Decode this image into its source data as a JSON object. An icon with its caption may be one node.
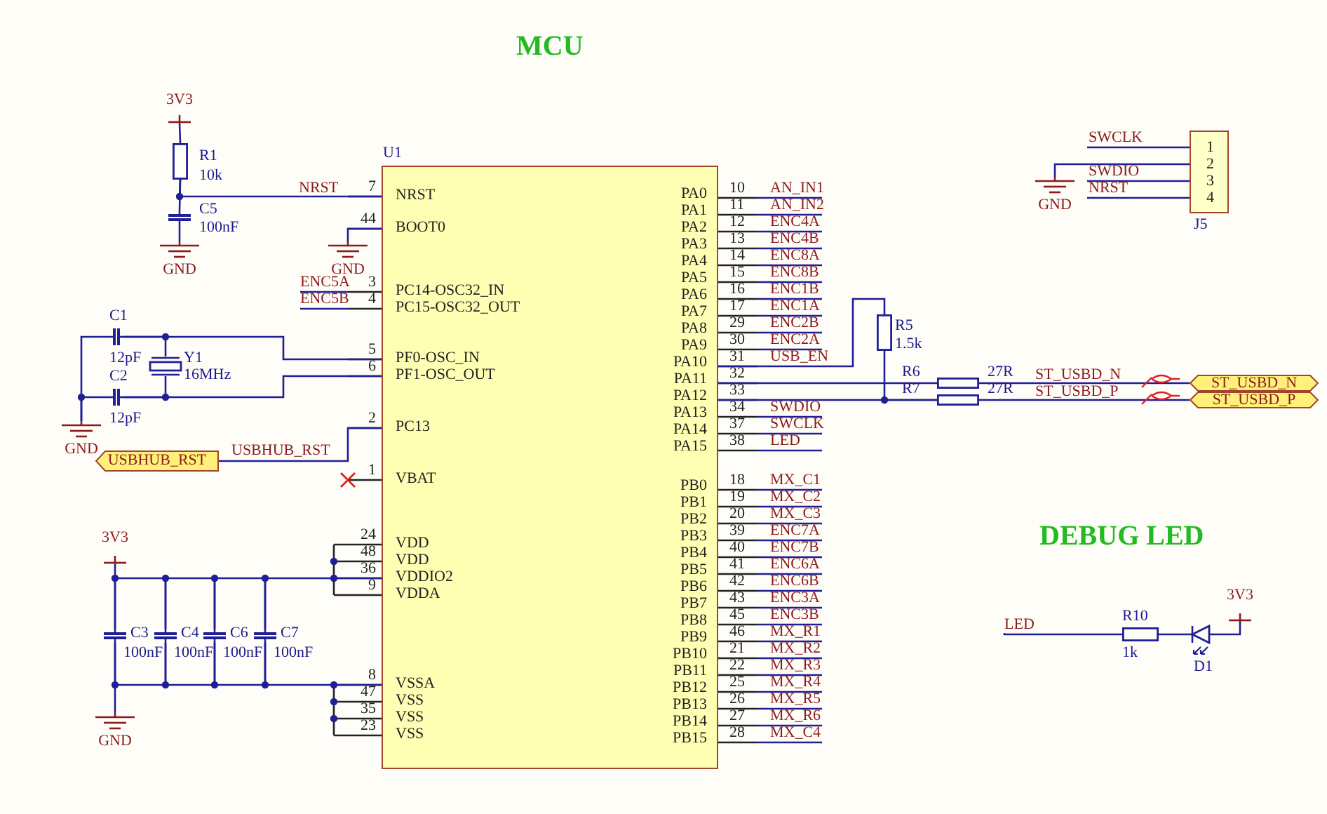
{
  "diagram": {
    "title": "MCU",
    "nodes": [
      {
        "beside": [
          "7",
          "44",
          "ENC5A",
          "3",
          "ENC5B",
          "4",
          "5",
          "6",
          "2",
          "1",
          "24",
          "48",
          "36",
          "9",
          "8",
          "47",
          "35",
          "23",
          "10",
          "AN_IN1",
          "11",
          "AN_IN2",
          "12",
          "ENC4A",
          "13",
          "ENC4B",
          "14",
          "ENC8A",
          "15",
          "ENC8B",
          "16",
          "ENC1B",
          "17",
          "ENC1A",
          "29",
          "ENC2B",
          "30",
          "ENC2A",
          "31",
          "USB_EN",
          "32",
          "33",
          "34",
          "SWDIO",
          "37",
          "SWCLK",
          "38",
          "LED",
          "18",
          "MX_C1",
          "19",
          "MX_C2",
          "20",
          "MX_C3",
          "39",
          "ENC7A",
          "40",
          "ENC7B",
          "41",
          "ENC6A",
          "42",
          "ENC6B",
          "43",
          "ENC3A",
          "45",
          "ENC3B",
          "46",
          "MX_R1",
          "21",
          "MX_R2",
          "22",
          "MX_R3",
          "25",
          "MX_R4",
          "26",
          "MX_R5",
          "27",
          "MX_R6",
          "28",
          "MX_C4"
        ],
        "text": [
          "U1",
          "NRST",
          "BOOT0",
          "PC14-OSC32_IN",
          "PC15-OSC32_OUT",
          "PF0-OSC_IN",
          "PF1-OSC_OUT",
          "PC13",
          "VBAT",
          "VDD",
          "VDD",
          "VDDIO2",
          "VDDA",
          "VSSA",
          "VSS",
          "VSS",
          "VSS",
          "PA0",
          "PA1",
          "PA2",
          "PA3",
          "PA4",
          "PA5",
          "PA6",
          "PA7",
          "PA8",
          "PA9",
          "PA10",
          "PA11",
          "PA12",
          "PA13",
          "PA14",
          "PA15",
          "PB0",
          "PB1",
          "PB2",
          "PB3",
          "PB4",
          "PB5",
          "PB6",
          "PB7",
          "PB8",
          "PB9",
          "PB10",
          "PB11",
          "PB12",
          "PB13",
          "PB14",
          "PB15"
        ]
      },
      {
        "text": [
          "3V3"
        ]
      },
      {
        "text": [],
        "shape": "resistor",
        "beside": [
          "R1",
          "10k"
        ]
      },
      {
        "text": [],
        "shape": "capacitor",
        "beside": [
          "C5",
          "100nF"
        ]
      },
      {
        "text": [
          "GND"
        ]
      },
      {
        "text": [
          "GND"
        ]
      },
      {
        "text": [],
        "shape": "capacitor",
        "beside": [
          "C1",
          "12pF"
        ]
      },
      {
        "text": [],
        "shape": "crystal",
        "beside": [
          "Y1",
          "16MHz"
        ]
      },
      {
        "text": [],
        "shape": "capacitor",
        "beside": [
          "C2",
          "12pF"
        ]
      },
      {
        "text": [
          "GND"
        ]
      },
      {
        "text": [
          "USBHUB_RST"
        ]
      },
      {
        "text": [
          "3V3"
        ]
      },
      {
        "text": [],
        "shape": "capacitor",
        "beside": [
          "C3",
          "100nF"
        ]
      },
      {
        "text": [],
        "shape": "capacitor",
        "beside": [
          "C4",
          "100nF"
        ]
      },
      {
        "text": [],
        "shape": "capacitor",
        "beside": [
          "C6",
          "100nF"
        ]
      },
      {
        "text": [],
        "shape": "capacitor",
        "beside": [
          "C7",
          "100nF"
        ]
      },
      {
        "text": [
          "GND"
        ]
      },
      {
        "text": [],
        "shape": "resistor",
        "beside": [
          "R5",
          "1.5k"
        ]
      },
      {
        "text": [],
        "shape": "resistor",
        "beside": [
          "R6",
          "27R"
        ]
      },
      {
        "text": [],
        "shape": "resistor",
        "beside": [
          "R7",
          "27R"
        ]
      },
      {
        "text": [
          "ST_USBD_N"
        ]
      },
      {
        "text": [
          "ST_USBD_P"
        ]
      },
      {
        "text": [
          "1",
          "2",
          "3",
          "4"
        ],
        "beside": [
          "SWCLK",
          "SWDIO",
          "NRST",
          "J5"
        ]
      },
      {
        "text": [
          "GND"
        ]
      },
      {
        "text": [],
        "shape": "resistor",
        "beside": [
          "R10",
          "1k"
        ]
      },
      {
        "text": [],
        "shape": "diode",
        "beside": [
          "D1"
        ]
      },
      {
        "text": [
          "3V3"
        ]
      },
      {
        "text": [
          "LED"
        ]
      }
    ],
    "edges": [
      {
        "from": 1,
        "to": 2,
        "arrow": "none"
      },
      {
        "from": 2,
        "to": 3,
        "arrow": "none"
      },
      {
        "from": 2,
        "to": 0,
        "arrow": "none",
        "label": "NRST"
      },
      {
        "from": 3,
        "to": 4,
        "arrow": "none"
      },
      {
        "from": 0,
        "to": 5,
        "arrow": "none"
      },
      {
        "from": 6,
        "to": 0,
        "arrow": "none"
      },
      {
        "from": 7,
        "to": 6,
        "arrow": "none"
      },
      {
        "from": 7,
        "to": 8,
        "arrow": "none"
      },
      {
        "from": 8,
        "to": 0,
        "arrow": "none"
      },
      {
        "from": 6,
        "to": 9,
        "arrow": "none"
      },
      {
        "from": 8,
        "to": 9,
        "arrow": "none"
      },
      {
        "from": 0,
        "to": 10,
        "arrow": "none",
        "label": "USBHUB_RST"
      },
      {
        "from": 11,
        "to": 12,
        "arrow": "none"
      },
      {
        "from": 12,
        "to": 13,
        "arrow": "none"
      },
      {
        "from": 13,
        "to": 14,
        "arrow": "none"
      },
      {
        "from": 14,
        "to": 15,
        "arrow": "none"
      },
      {
        "from": 15,
        "to": 0,
        "arrow": "none"
      },
      {
        "from": 12,
        "to": 13,
        "arrow": "none"
      },
      {
        "from": 13,
        "to": 14,
        "arrow": "none"
      },
      {
        "from": 14,
        "to": 15,
        "arrow": "none"
      },
      {
        "from": 15,
        "to": 0,
        "arrow": "none"
      },
      {
        "from": 12,
        "to": 16,
        "arrow": "none"
      },
      {
        "from": 0,
        "to": 17,
        "arrow": "none"
      },
      {
        "from": 17,
        "to": 19,
        "arrow": "none"
      },
      {
        "from": 0,
        "to": 18,
        "arrow": "none"
      },
      {
        "from": 18,
        "to": 20,
        "arrow": "none",
        "label": "ST_USBD_N"
      },
      {
        "from": 0,
        "to": 19,
        "arrow": "none"
      },
      {
        "from": 19,
        "to": 21,
        "arrow": "none",
        "label": "ST_USBD_P"
      },
      {
        "from": 23,
        "to": 22,
        "arrow": "none"
      },
      {
        "from": 24,
        "to": 25,
        "arrow": "none"
      },
      {
        "from": 25,
        "to": 26,
        "arrow": "none"
      },
      {
        "from": 27,
        "to": 24,
        "arrow": "none"
      }
    ],
    "labels": [
      "DEBUG LED"
    ]
  }
}
